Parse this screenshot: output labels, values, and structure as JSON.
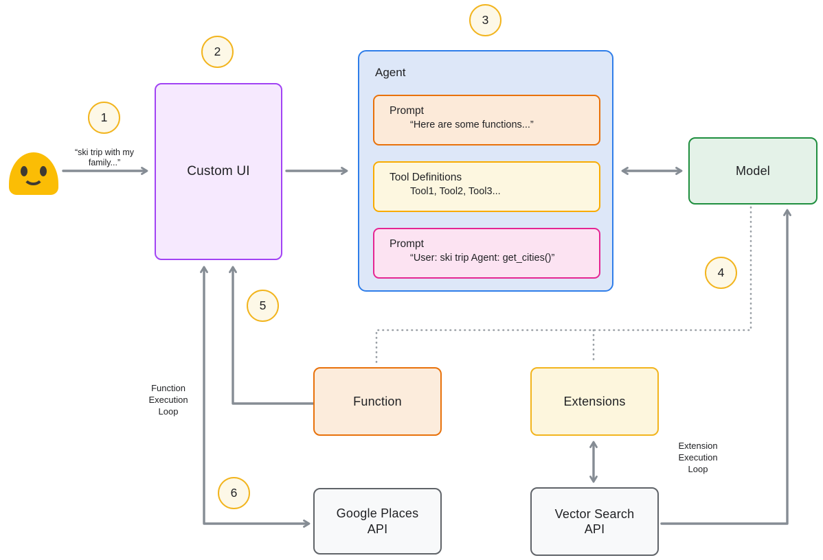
{
  "user": {
    "quote": "“ski trip with my family...”"
  },
  "steps": [
    "1",
    "2",
    "3",
    "4",
    "5",
    "6"
  ],
  "nodes": {
    "custom_ui": {
      "label": "Custom UI"
    },
    "agent": {
      "title": "Agent",
      "cards": [
        {
          "title": "Prompt",
          "detail": "“Here are some functions...”"
        },
        {
          "title": "Tool Definitions",
          "detail": "Tool1, Tool2, Tool3..."
        },
        {
          "title": "Prompt",
          "detail": "“User: ski trip Agent: get_cities()”"
        }
      ]
    },
    "model": {
      "label": "Model"
    },
    "function": {
      "label": "Function"
    },
    "extensions": {
      "label": "Extensions"
    },
    "google_places_api": {
      "label": "Google Places API"
    },
    "vector_search_api": {
      "label": "Vector Search API"
    }
  },
  "annotations": {
    "function_loop": "Function Execution Loop",
    "extension_loop": "Extension Execution Loop"
  },
  "colors": {
    "purple_border": "#a142f4",
    "purple_fill": "#f6e9fe",
    "blue_border": "#2e7de9",
    "blue_fill": "#dde7f8",
    "orange_border": "#e8710a",
    "orange_fill": "#fcead9",
    "amber_border": "#f9ab00",
    "amber_fill": "#fdf7e0",
    "pink_border": "#e52592",
    "pink_fill": "#fce3f2",
    "green_border": "#1e8e3e",
    "green_fill": "#e4f2e8",
    "gray_border": "#5f6368",
    "gray_fill": "#f8f9fa",
    "connector": "#858c94",
    "badge_border": "#f2b41d",
    "badge_fill": "#fdf8e7",
    "user_yellow": "#fbbd05"
  }
}
